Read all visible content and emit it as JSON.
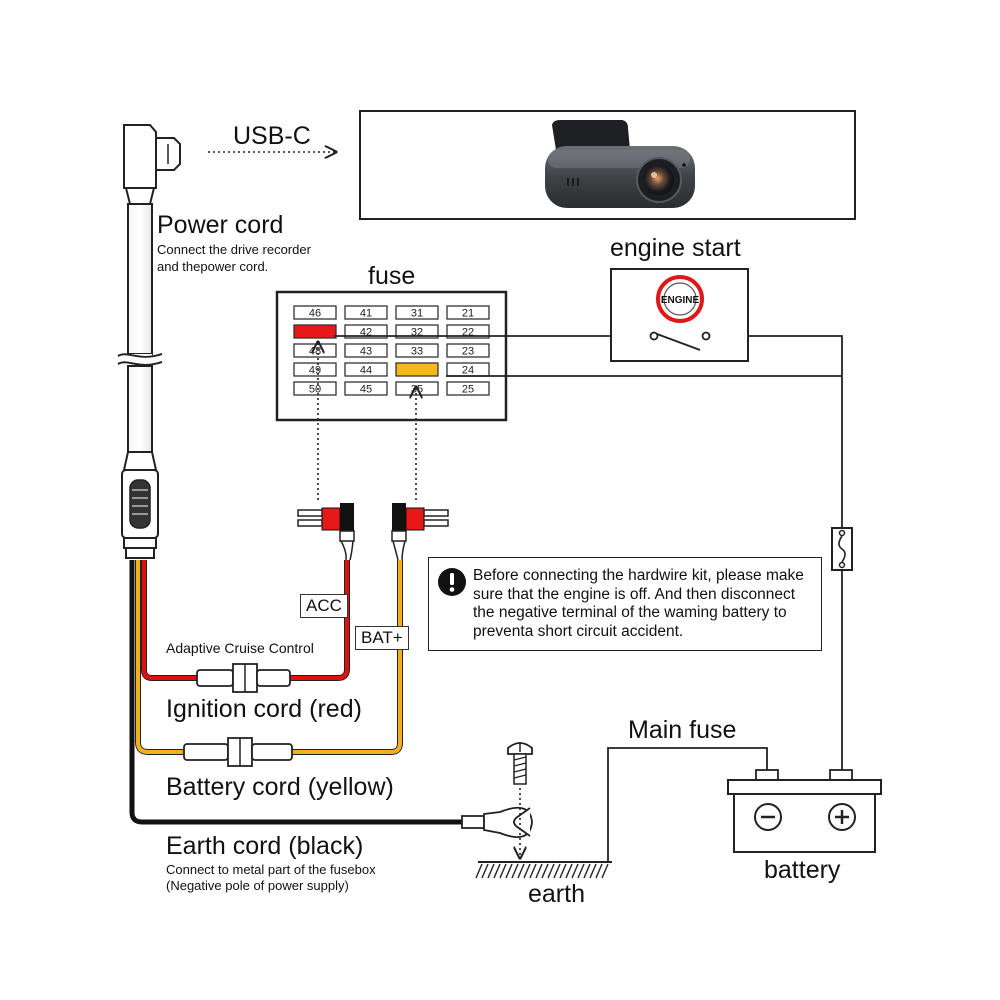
{
  "labels": {
    "usb_c": "USB-C",
    "power_cord_title": "Power cord",
    "power_cord_desc_1": "Connect the drive recorder",
    "power_cord_desc_2": "and thepower cord.",
    "fuse_title": "fuse",
    "engine_start": "engine start",
    "engine_badge": "ENGINE",
    "acc": "ACC",
    "bat_plus": "BAT+",
    "adaptive": "Adaptive Cruise Control",
    "ignition": "Ignition cord (red)",
    "battery_cord": "Battery cord (yellow)",
    "earth_cord": "Earth cord (black)",
    "earth_desc_1": "Connect to metal part of the fusebox",
    "earth_desc_2": "(Negative pole of power supply)",
    "main_fuse": "Main fuse",
    "battery": "battery",
    "earth": "earth",
    "minus": "−",
    "plus": "+"
  },
  "warning": {
    "icon": "exclamation-icon",
    "text": "Before connecting the hardwire kit, please make sure that the engine is off. And then disconnect the negative terminal of the waming battery to preventa short circuit accident."
  },
  "fuse_box": {
    "rows": [
      [
        "46",
        "41",
        "31",
        "21"
      ],
      [
        "",
        "42",
        "32",
        "22"
      ],
      [
        "48",
        "43",
        "33",
        "23"
      ],
      [
        "49",
        "44",
        "",
        "24"
      ],
      [
        "50",
        "45",
        "35",
        "25"
      ]
    ],
    "highlight_red": "row2-col1",
    "highlight_yellow": "row4-col3"
  },
  "colors": {
    "red_wire": "#e01010",
    "yellow_wire": "#f2b01e",
    "black_wire": "#111111",
    "fuse_red": "#e81818",
    "fuse_yellow": "#f5b818"
  }
}
